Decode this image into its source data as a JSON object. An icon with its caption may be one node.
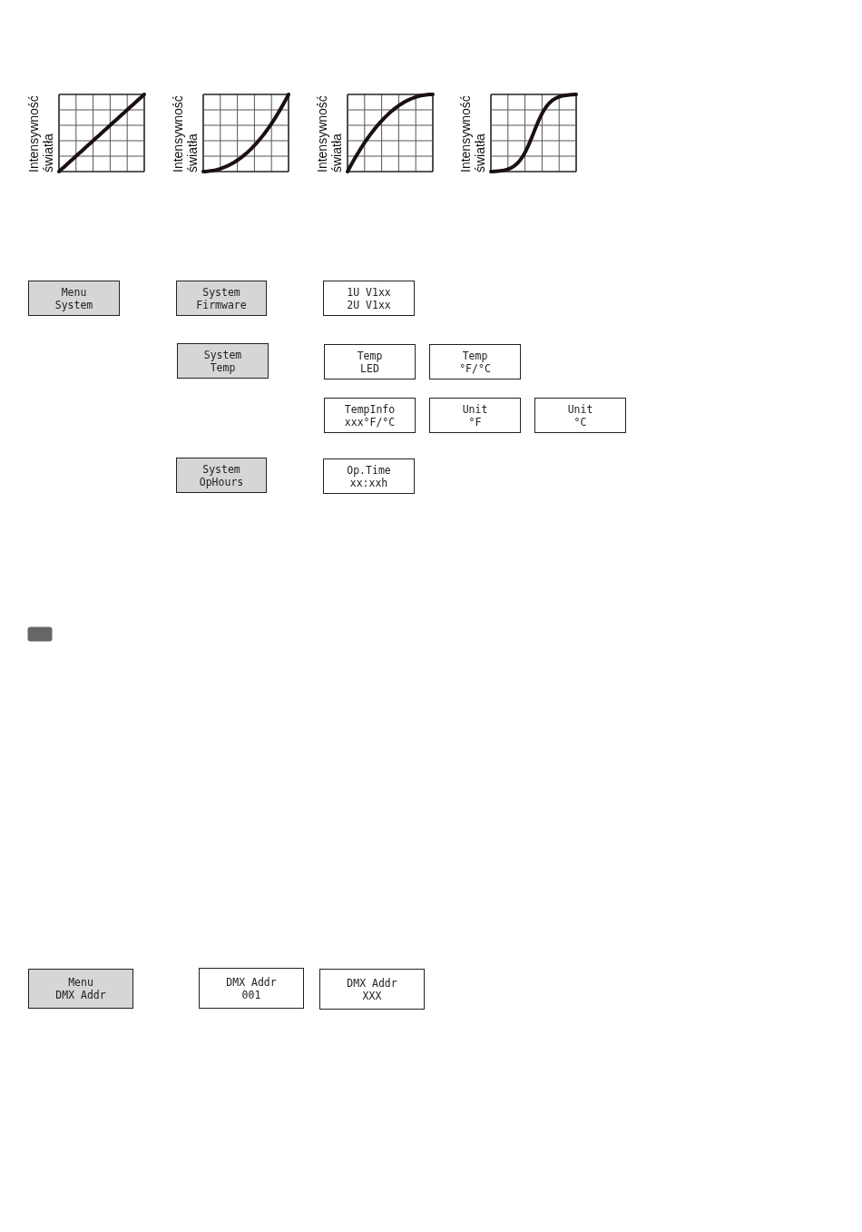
{
  "diagram": {
    "nodes": [
      {
        "text": [
          "Menu System"
        ]
      },
      {
        "text": [
          "System Firmware"
        ]
      },
      {
        "text": [
          "1U V1xx 2U V1xx"
        ]
      },
      {
        "text": [
          "System Temp"
        ]
      },
      {
        "text": [
          "Temp LED"
        ]
      },
      {
        "text": [
          "Temp °F/°C"
        ]
      },
      {
        "text": [
          "TempInfo xxx°F/°C"
        ]
      },
      {
        "text": [
          "Unit °F"
        ]
      },
      {
        "text": [
          "Unit °C"
        ]
      },
      {
        "text": [
          "System OpHours"
        ]
      },
      {
        "text": [
          "Op.Time xx:xxh"
        ]
      },
      {
        "text": [
          "Menu DMX Addr"
        ]
      },
      {
        "text": [
          "DMX Addr 001"
        ]
      },
      {
        "text": [
          "DMX Addr XXX"
        ]
      }
    ],
    "edges": [],
    "labels": [
      "Intensywność światła",
      "Intensywność światła",
      "Intensywność światła",
      "Intensywność światła"
    ]
  }
}
